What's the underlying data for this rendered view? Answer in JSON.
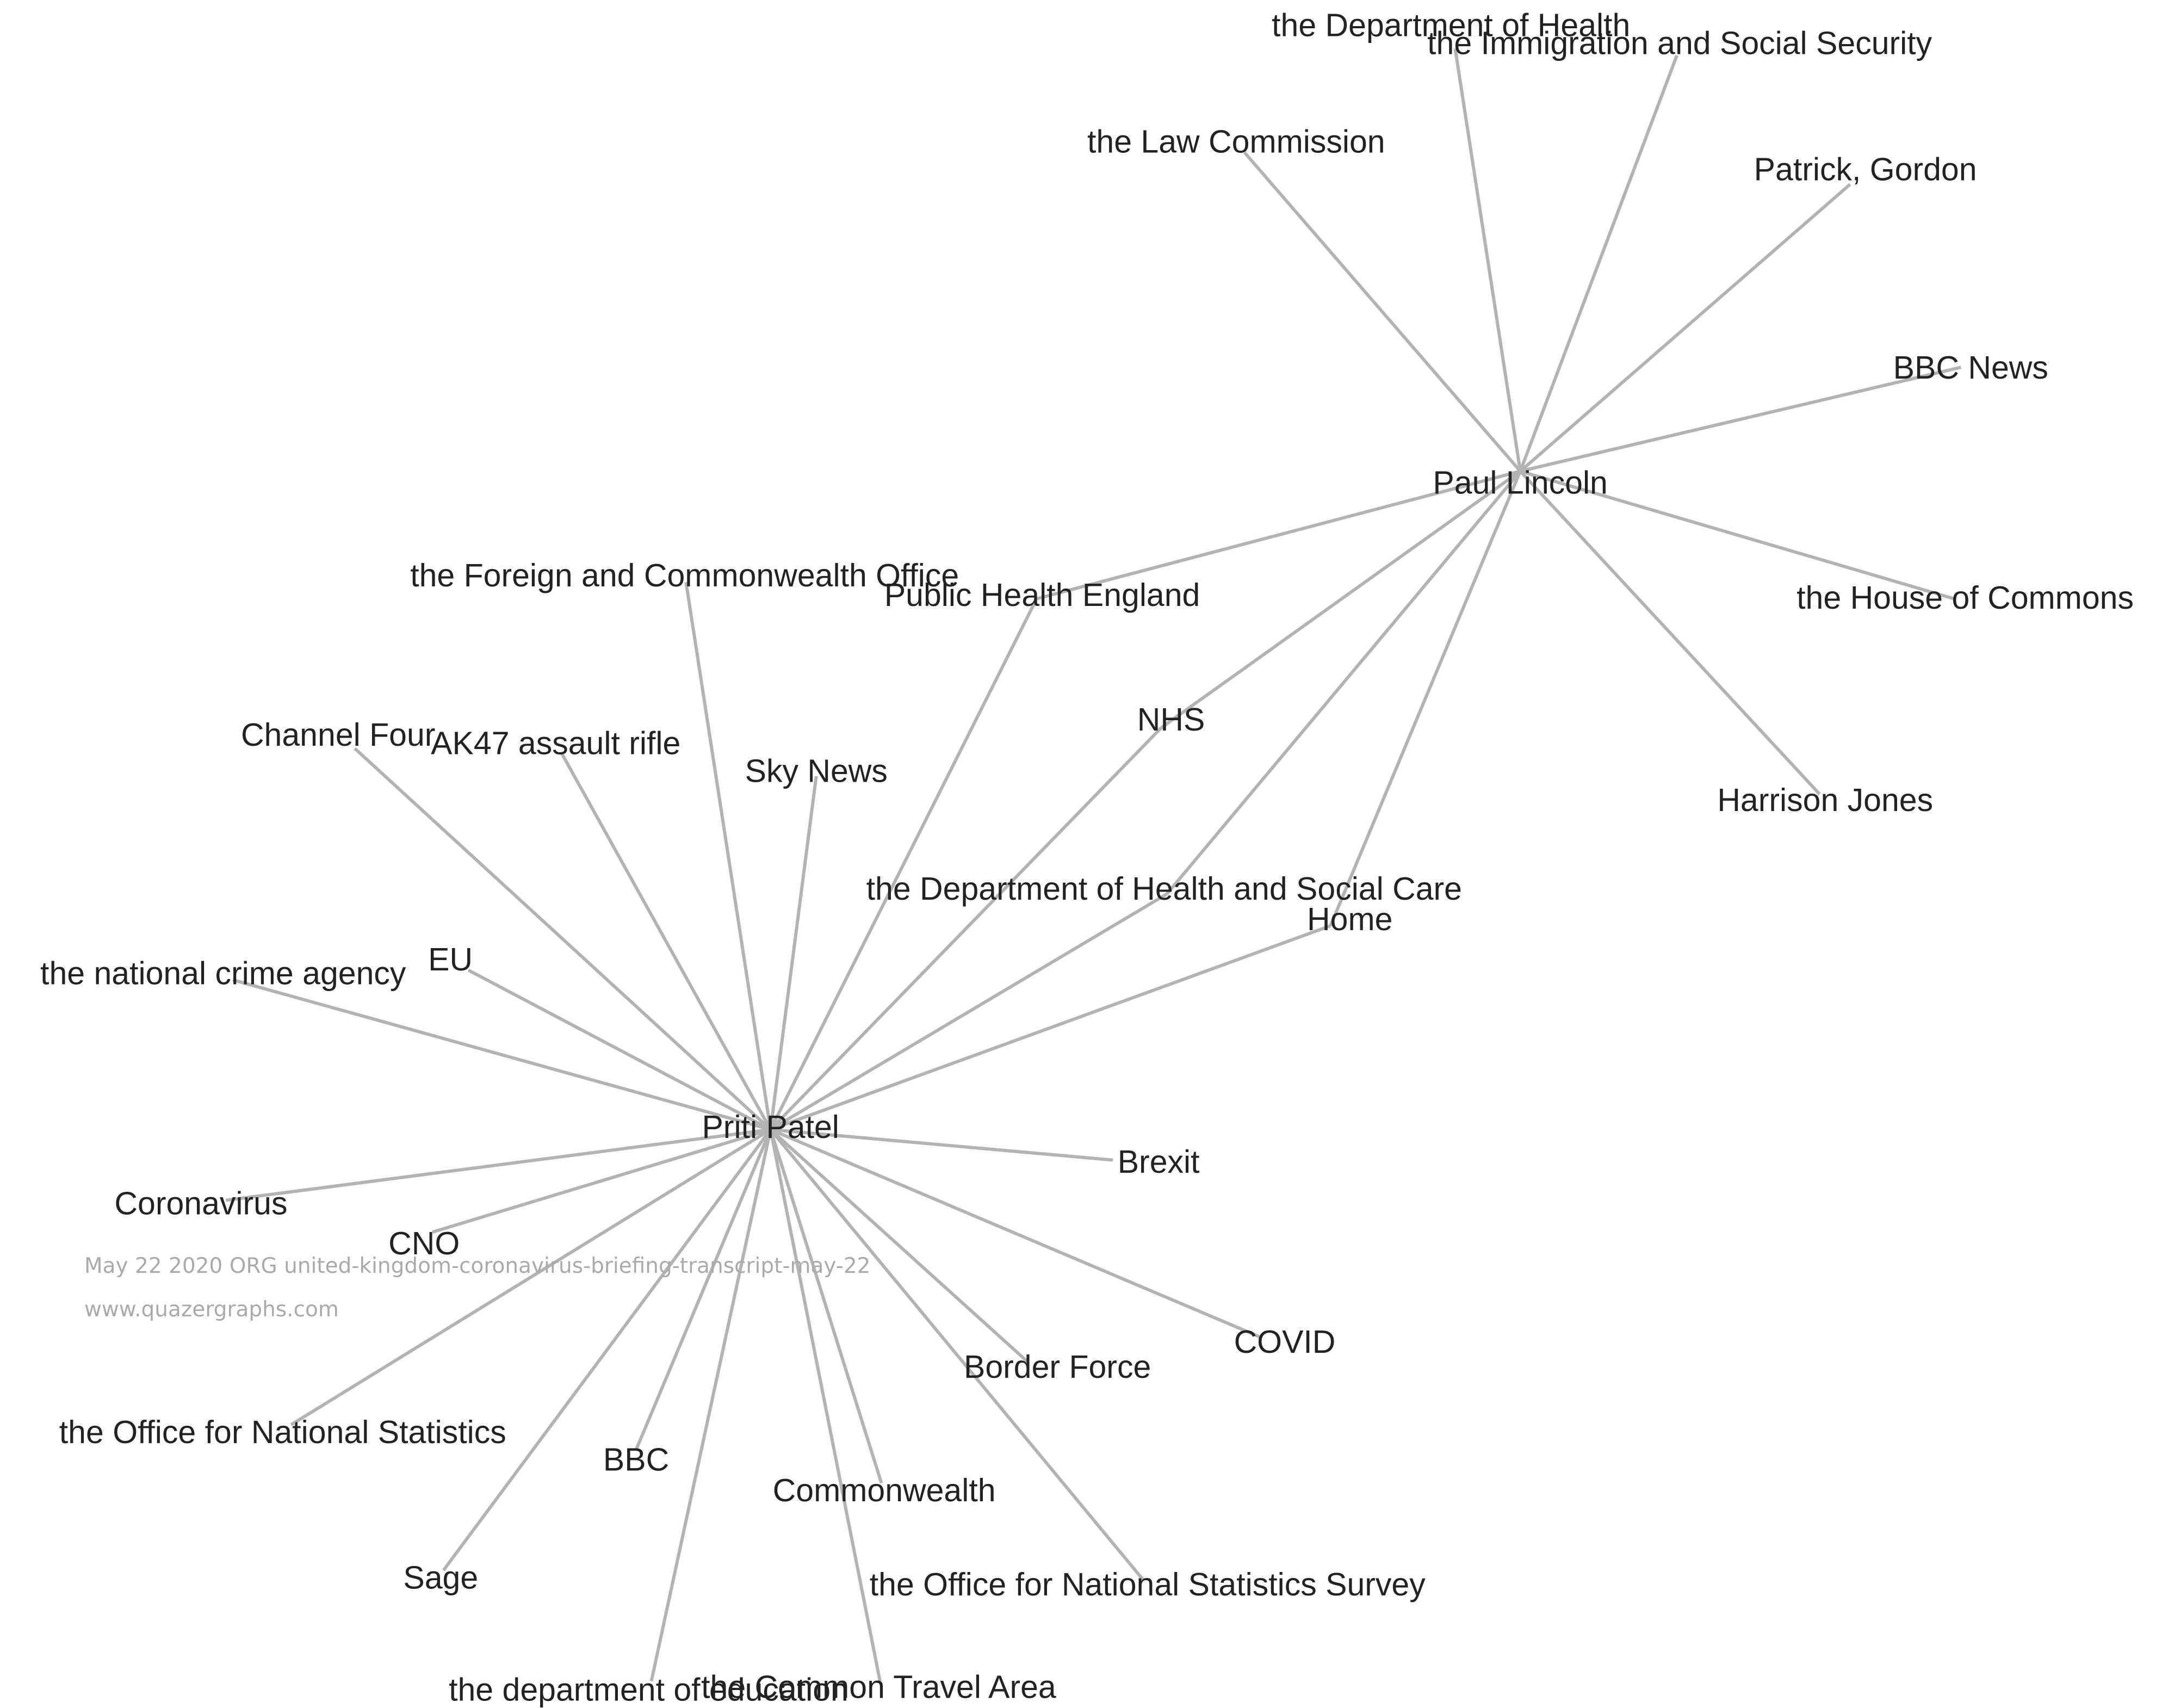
{
  "graph": {
    "edge_color": "#b3b3b3",
    "label_color": "#222222",
    "nodes": [
      {
        "id": "patel",
        "label": "Priti Patel"
      },
      {
        "id": "lincoln",
        "label": "Paul Lincoln"
      },
      {
        "id": "doh",
        "label": "the Department of Health"
      },
      {
        "id": "immig",
        "label": "the Immigration and Social Security"
      },
      {
        "id": "lawcomm",
        "label": "the Law Commission"
      },
      {
        "id": "gordon",
        "label": "Patrick, Gordon"
      },
      {
        "id": "bbcnews",
        "label": "BBC News"
      },
      {
        "id": "commons",
        "label": "the House of Commons"
      },
      {
        "id": "harrison",
        "label": "Harrison Jones"
      },
      {
        "id": "phe",
        "label": "Public Health England"
      },
      {
        "id": "nhs",
        "label": "NHS"
      },
      {
        "id": "dhsc",
        "label": "the Department of Health and Social Care"
      },
      {
        "id": "home",
        "label": "Home"
      },
      {
        "id": "fco",
        "label": "the Foreign and Commonwealth Office"
      },
      {
        "id": "channel4",
        "label": "Channel Four"
      },
      {
        "id": "ak47",
        "label": "AK47 assault rifle"
      },
      {
        "id": "skynews",
        "label": "Sky News"
      },
      {
        "id": "eu",
        "label": "EU"
      },
      {
        "id": "nca",
        "label": "the national crime agency"
      },
      {
        "id": "brexit",
        "label": "Brexit"
      },
      {
        "id": "coronavirus",
        "label": "Coronavirus"
      },
      {
        "id": "cno",
        "label": "CNO"
      },
      {
        "id": "covid",
        "label": "COVID"
      },
      {
        "id": "borderforce",
        "label": "Border Force"
      },
      {
        "id": "ons",
        "label": "the Office for National Statistics"
      },
      {
        "id": "bbc",
        "label": "BBC"
      },
      {
        "id": "commonwealth",
        "label": "Commonwealth"
      },
      {
        "id": "onss",
        "label": "the Office for National Statistics Survey"
      },
      {
        "id": "sage",
        "label": "Sage"
      },
      {
        "id": "doe",
        "label": "the department of education"
      },
      {
        "id": "cta",
        "label": "the Common Travel Area"
      }
    ],
    "edges": [
      [
        "lincoln",
        "doh"
      ],
      [
        "lincoln",
        "immig"
      ],
      [
        "lincoln",
        "lawcomm"
      ],
      [
        "lincoln",
        "gordon"
      ],
      [
        "lincoln",
        "bbcnews"
      ],
      [
        "lincoln",
        "commons"
      ],
      [
        "lincoln",
        "harrison"
      ],
      [
        "lincoln",
        "phe"
      ],
      [
        "lincoln",
        "nhs"
      ],
      [
        "lincoln",
        "dhsc"
      ],
      [
        "lincoln",
        "home"
      ],
      [
        "patel",
        "fco"
      ],
      [
        "patel",
        "channel4"
      ],
      [
        "patel",
        "ak47"
      ],
      [
        "patel",
        "skynews"
      ],
      [
        "patel",
        "phe"
      ],
      [
        "patel",
        "nhs"
      ],
      [
        "patel",
        "dhsc"
      ],
      [
        "patel",
        "home"
      ],
      [
        "patel",
        "eu"
      ],
      [
        "patel",
        "nca"
      ],
      [
        "patel",
        "brexit"
      ],
      [
        "patel",
        "coronavirus"
      ],
      [
        "patel",
        "cno"
      ],
      [
        "patel",
        "covid"
      ],
      [
        "patel",
        "borderforce"
      ],
      [
        "patel",
        "ons"
      ],
      [
        "patel",
        "bbc"
      ],
      [
        "patel",
        "commonwealth"
      ],
      [
        "patel",
        "onss"
      ],
      [
        "patel",
        "sage"
      ],
      [
        "patel",
        "doe"
      ],
      [
        "patel",
        "cta"
      ]
    ]
  },
  "watermark": {
    "line1": "May 22 2020 ORG united-kingdom-coronavirus-briefing-transcript-may-22",
    "line2": "www.quazergraphs.com"
  }
}
